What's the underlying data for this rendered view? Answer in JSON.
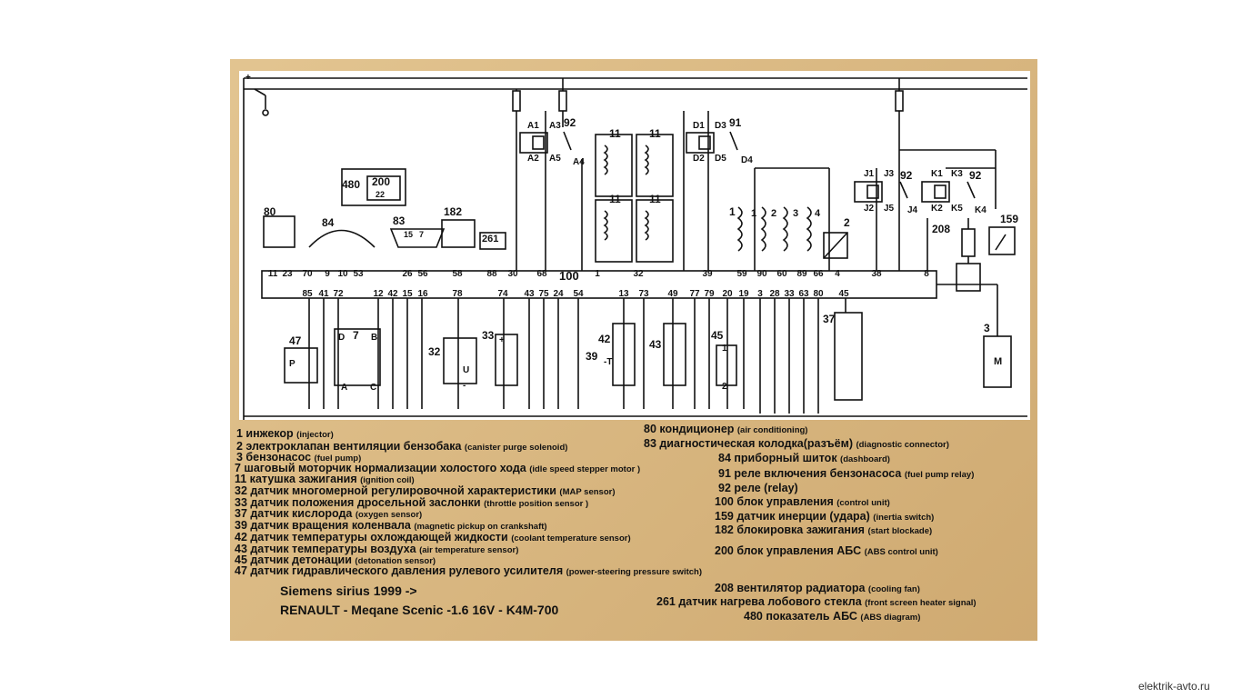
{
  "diagram": {
    "pins_top": [
      "11",
      "23",
      "70",
      "9",
      "10",
      "53",
      "26",
      "56",
      "58",
      "88",
      "30",
      "68",
      "1",
      "32",
      "39",
      "59",
      "90",
      "60",
      "89",
      "66",
      "4",
      "38",
      "8"
    ],
    "pins_bottom": [
      "85",
      "41",
      "72",
      "12",
      "42",
      "15",
      "16",
      "78",
      "74",
      "43",
      "75",
      "24",
      "54",
      "13",
      "73",
      "49",
      "77",
      "79",
      "20",
      "19",
      "3",
      "28",
      "33",
      "63",
      "80",
      "45"
    ],
    "ecu_label": "100",
    "component_labels": {
      "c80": "80",
      "c84": "84",
      "c480": "480",
      "c200": "200",
      "c200_sub": "22",
      "c83": "83",
      "c83_p1": "15",
      "c83_p2": "7",
      "c182": "182",
      "c261": "261",
      "c92a": "92",
      "c92b": "92",
      "c92c": "92",
      "c91": "91",
      "c11a": "11",
      "c11b": "11",
      "c11c": "11",
      "c11d": "11",
      "c1": "1",
      "c2": "2",
      "c208": "208",
      "c159": "159",
      "c3": "3",
      "c47": "47",
      "c7": "7",
      "c32": "32",
      "c33": "33",
      "c39": "39",
      "c42": "42",
      "c43": "43",
      "c45": "45",
      "c37": "37"
    },
    "relay_pins": {
      "r1": [
        "A1",
        "A3",
        "A2",
        "A5",
        "A4"
      ],
      "r2": [
        "D1",
        "D3",
        "D2",
        "D5",
        "D4"
      ],
      "r3": [
        "J1",
        "J3",
        "J2",
        "J5",
        "J4"
      ],
      "r4": [
        "K1",
        "K3",
        "K2",
        "K5",
        "K4"
      ]
    },
    "coil_labels": [
      "1",
      "2",
      "3",
      "4"
    ],
    "misc_letters": {
      "d": "D",
      "b": "B",
      "a": "A",
      "c": "C",
      "p": "P",
      "u": "U",
      "m": "M",
      "plus": "+",
      "minus": "-",
      "t": "-T",
      "one": "1",
      "two": "2",
      "plus_sign": "+"
    }
  },
  "legend_left": [
    {
      "ru": "1  инжекор ",
      "en": "(injector)"
    },
    {
      "ru": "2  электроклапан вентиляции бензобака ",
      "en": "(canister purge solenoid)"
    },
    {
      "ru": "3  бензонасос ",
      "en": "(fuel pump)"
    },
    {
      "ru": "7 шаговый моторчик  нормализации холостого хода ",
      "en": "(idle speed stepper motor )"
    },
    {
      "ru": "11 катушка зажигания ",
      "en": "(ignition coil)"
    },
    {
      "ru": "32  датчик многомерной регулировочной характеристики ",
      "en": "(MAP sensor)"
    },
    {
      "ru": "33  датчик положения дросельной заслонки ",
      "en": "(throttle position sensor )"
    },
    {
      "ru": "37 датчик кислорода ",
      "en": "(oxygen sensor)"
    },
    {
      "ru": "39 датчик вращения коленвала ",
      "en": "(magnetic pickup on crankshaft)"
    },
    {
      "ru": "42  датчик температуры охлождающей жидкости ",
      "en": "(coolant temperature sensor)"
    },
    {
      "ru": "43  датчик температуры воздуха ",
      "en": "(air temperature sensor)"
    },
    {
      "ru": "45 датчик детонации ",
      "en": "(detonation sensor)"
    },
    {
      "ru": "47 датчик гидравлического давления рулевого усилителя ",
      "en": "   (power-steering pressure switch)"
    }
  ],
  "legend_right": [
    {
      "ru": "80 кондиционер ",
      "en": "(air conditioning)"
    },
    {
      "ru": "83  диагностическая колодка(разъём) ",
      "en": " (diagnostic connector)"
    },
    {
      "ru": "84  приборный шиток ",
      "en": "(dashboard)"
    },
    {
      "ru": "91  реле включения бензонасоса ",
      "en": "(fuel pump relay)"
    },
    {
      "ru": "92  реле (relay)",
      "en": ""
    },
    {
      "ru": "100 блок управления ",
      "en": "(control unit)"
    },
    {
      "ru": "159 датчик инерции (удара) ",
      "en": " (inertia switch)"
    },
    {
      "ru": "182 блокировка зажигания ",
      "en": "(start blockade)"
    },
    {
      "ru": "200 блок управления АБС ",
      "en": " (ABS control unit)"
    },
    {
      "ru": "208 вентилятор радиатора ",
      "en": "(cooling fan)"
    },
    {
      "ru": "261 датчик нагрева лобового стекла ",
      "en": "(front screen heater signal)"
    },
    {
      "ru": "480 показатель АБС ",
      "en": "(ABS diagram)"
    }
  ],
  "model": {
    "line1": "Siemens sirius 1999 ->",
    "line2": "RENAULT - Meqane Scenic -1.6 16V -  K4M-700"
  },
  "watermark": "elektrik-avto.ru",
  "colors": {
    "panel": "#d9b67e",
    "ink": "#111111",
    "paper": "#ffffff"
  }
}
